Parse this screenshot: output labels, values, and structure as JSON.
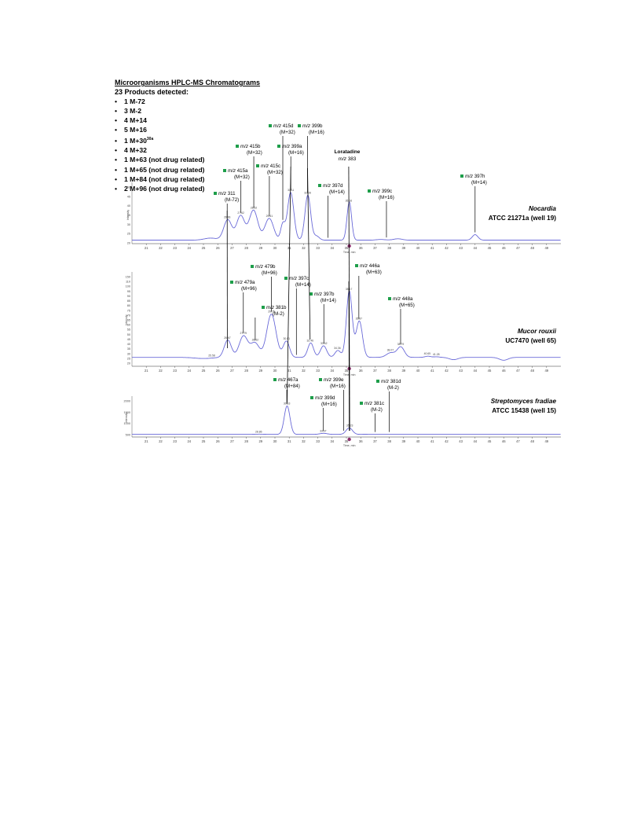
{
  "header": {
    "title": "Microorganisms HPLC-MS Chromatograms",
    "subtitle": "23 Products detected:"
  },
  "products": [
    {
      "text": "1 M-72"
    },
    {
      "text": "3 M-2"
    },
    {
      "text": "4 M+14"
    },
    {
      "text": "5 M+16"
    },
    {
      "text": "1 M+30",
      "sup": "30a"
    },
    {
      "text": "4 M+32"
    },
    {
      "text": "1 M+63 (not drug related)"
    },
    {
      "text": "1 M+65 (not drug related)"
    },
    {
      "text": "1 M+84 (not drug related)"
    },
    {
      "text": "2 M+96 (not drug related)"
    }
  ],
  "reference": {
    "name": "Loratadine",
    "mz_prefix": "m/z",
    "mz_value": "383"
  },
  "colors": {
    "trace": "#6a6ad8",
    "marker": "#1e9e4a",
    "axis": "#333333",
    "rt_marker": "#8a2a6a"
  },
  "chart_data": [
    {
      "type": "line",
      "organism": "Nocardia",
      "strain": "ATCC 21271a (well 19)",
      "x_ticks": [
        "21",
        "22",
        "23",
        "24",
        "25",
        "26",
        "27",
        "28",
        "29",
        "30",
        "31",
        "32",
        "33",
        "34",
        "35",
        "36",
        "37",
        "38",
        "39",
        "40",
        "41",
        "42",
        "43",
        "44",
        "45",
        "46",
        "47",
        "48",
        "49"
      ],
      "y_ticks": [
        "50",
        "45",
        "40",
        "35",
        "30",
        "25",
        "20"
      ],
      "y_label": "Intensity",
      "x_label": "Time, min",
      "xlim": [
        20,
        50
      ],
      "ylim": [
        18,
        100
      ],
      "baseline": 22,
      "peak_labels": [
        "26.66",
        "27.62",
        "28.52",
        "29.61",
        "31.11",
        "32.28",
        "35.16"
      ],
      "peaks": [
        {
          "rt": 25.5,
          "h": 25,
          "w": 0.45
        },
        {
          "rt": 26.7,
          "h": 52,
          "w": 0.28
        },
        {
          "rt": 27.6,
          "h": 58,
          "w": 0.28
        },
        {
          "rt": 28.5,
          "h": 66,
          "w": 0.3
        },
        {
          "rt": 29.6,
          "h": 54,
          "w": 0.3
        },
        {
          "rt": 30.55,
          "h": 45,
          "w": 0.15
        },
        {
          "rt": 31.1,
          "h": 92,
          "w": 0.22
        },
        {
          "rt": 32.3,
          "h": 88,
          "w": 0.2
        },
        {
          "rt": 32.9,
          "h": 28,
          "w": 0.2
        },
        {
          "rt": 35.2,
          "h": 78,
          "w": 0.16
        },
        {
          "rt": 37.4,
          "h": 23,
          "w": 0.3
        },
        {
          "rt": 38.6,
          "h": 24,
          "w": 0.3
        },
        {
          "rt": 44.0,
          "h": 30,
          "w": 0.2
        }
      ],
      "annotations": [
        {
          "label": "m/z 311",
          "shift": "(M-72)",
          "rt": 26.66
        },
        {
          "label": "m/z 415a",
          "shift": "(M+32)",
          "rt": 27.62
        },
        {
          "label": "m/z 415b",
          "shift": "(M+32)",
          "rt": 28.52
        },
        {
          "label": "m/z 415c",
          "shift": "(M+32)",
          "rt": 29.61
        },
        {
          "label": "m/z 415d",
          "shift": "(M+32)",
          "rt": 30.55
        },
        {
          "label": "m/z 399a",
          "shift": "(M+16)",
          "rt": 31.11
        },
        {
          "label": "m/z 399b",
          "shift": "(M+16)",
          "rt": 32.28
        },
        {
          "label": "m/z 397d",
          "shift": "(M+14)",
          "rt": 33.7
        },
        {
          "label": "m/z 399c",
          "shift": "(M+16)",
          "rt": 37.8
        },
        {
          "label": "m/z 397h",
          "shift": "(M+14)",
          "rt": 44.0
        }
      ]
    },
    {
      "type": "line",
      "organism": "Mucor rouxii",
      "strain": "UC7470 (well 65)",
      "x_ticks": [
        "21",
        "22",
        "23",
        "24",
        "25",
        "26",
        "27",
        "28",
        "29",
        "30",
        "31",
        "32",
        "33",
        "34",
        "35",
        "36",
        "37",
        "38",
        "39",
        "40",
        "41",
        "42",
        "43",
        "44",
        "45",
        "46",
        "47",
        "48",
        "49"
      ],
      "y_ticks": [
        "150",
        "110",
        "100",
        "95",
        "90",
        "85",
        "80",
        "75",
        "70",
        "65",
        "60",
        "55",
        "50",
        "45",
        "40",
        "35",
        "30",
        "25",
        "20"
      ],
      "y_label": "Intensity",
      "x_label": "Time, min",
      "xlim": [
        20,
        50
      ],
      "ylim": [
        0,
        150
      ],
      "baseline": 10,
      "peak_labels": [
        "25.58",
        "26.67",
        "27.79",
        "28.62",
        "29.75",
        "30.81",
        "32.46",
        "33.42",
        "34.36",
        "35.17",
        "35.87",
        "38.07",
        "38.79",
        "40.65",
        "41.28"
      ],
      "peaks": [
        {
          "rt": 25.0,
          "h": 8,
          "w": 0.6
        },
        {
          "rt": 26.7,
          "h": 40,
          "w": 0.25
        },
        {
          "rt": 27.8,
          "h": 47,
          "w": 0.3
        },
        {
          "rt": 28.6,
          "h": 35,
          "w": 0.3
        },
        {
          "rt": 29.75,
          "h": 85,
          "w": 0.32
        },
        {
          "rt": 30.8,
          "h": 38,
          "w": 0.22
        },
        {
          "rt": 32.5,
          "h": 35,
          "w": 0.2
        },
        {
          "rt": 33.4,
          "h": 30,
          "w": 0.22
        },
        {
          "rt": 34.4,
          "h": 22,
          "w": 0.2
        },
        {
          "rt": 35.2,
          "h": 125,
          "w": 0.2
        },
        {
          "rt": 35.9,
          "h": 73,
          "w": 0.22
        },
        {
          "rt": 37.0,
          "h": 10,
          "w": 0.3
        },
        {
          "rt": 38.1,
          "h": 18,
          "w": 0.3
        },
        {
          "rt": 38.8,
          "h": 28,
          "w": 0.25
        },
        {
          "rt": 40.7,
          "h": 12,
          "w": 0.2
        },
        {
          "rt": 41.3,
          "h": 11,
          "w": 0.2
        },
        {
          "rt": 42.5,
          "h": 6,
          "w": 0.3
        },
        {
          "rt": 46.0,
          "h": 5,
          "w": 0.3
        }
      ],
      "annotations": [
        {
          "label": "m/z 479a",
          "shift": "(M+96)",
          "rt": 27.79
        },
        {
          "label": "m/z 479b",
          "shift": "(M+96)",
          "rt": 29.75
        },
        {
          "label": "m/z 381b",
          "shift": "(M-2)",
          "rt": 28.62
        },
        {
          "label": "m/z 397c",
          "shift": "(M+14)",
          "rt": 31.5
        },
        {
          "label": "m/z 397b",
          "shift": "(M+14)",
          "rt": 33.42
        },
        {
          "label": "m/z 446a",
          "shift": "(M+63)",
          "rt": 35.87
        },
        {
          "label": "m/z 448a",
          "shift": "(M+65)",
          "rt": 38.79
        }
      ]
    },
    {
      "type": "line",
      "organism": "Streptomyces fradiae",
      "strain": "ATCC 15438 (well 15)",
      "x_ticks": [
        "21",
        "22",
        "23",
        "24",
        "25",
        "26",
        "27",
        "28",
        "29",
        "30",
        "31",
        "32",
        "33",
        "34",
        "35",
        "36",
        "37",
        "38",
        "39",
        "40",
        "41",
        "42",
        "43",
        "44",
        "45",
        "46",
        "47",
        "48",
        "49"
      ],
      "y_ticks": [
        "2000",
        "1500",
        "1000",
        "500"
      ],
      "y_label": "Intensity",
      "x_label": "Time, min",
      "xlim": [
        20,
        50
      ],
      "ylim": [
        0,
        2300
      ],
      "baseline": 20,
      "peak_labels": [
        "28.86",
        "30.83",
        "33.37",
        "35.23"
      ],
      "peaks": [
        {
          "rt": 28.9,
          "h": 35,
          "w": 0.3
        },
        {
          "rt": 30.85,
          "h": 1950,
          "w": 0.2
        },
        {
          "rt": 33.4,
          "h": 90,
          "w": 0.25
        },
        {
          "rt": 35.2,
          "h": 460,
          "w": 0.22
        },
        {
          "rt": 36.3,
          "h": 25,
          "w": 0.25
        }
      ],
      "annotations": [
        {
          "label": "m/z 467a",
          "shift": "(M+84)",
          "rt": 30.83
        },
        {
          "label": "m/z 399e",
          "shift": "(M+16)",
          "rt": 34.8
        },
        {
          "label": "m/z 399d",
          "shift": "(M+16)",
          "rt": 33.37
        },
        {
          "label": "m/z 381c",
          "shift": "(M-2)",
          "rt": 37.0
        },
        {
          "label": "m/z 381d",
          "shift": "(M-2)",
          "rt": 38.0
        }
      ]
    }
  ]
}
